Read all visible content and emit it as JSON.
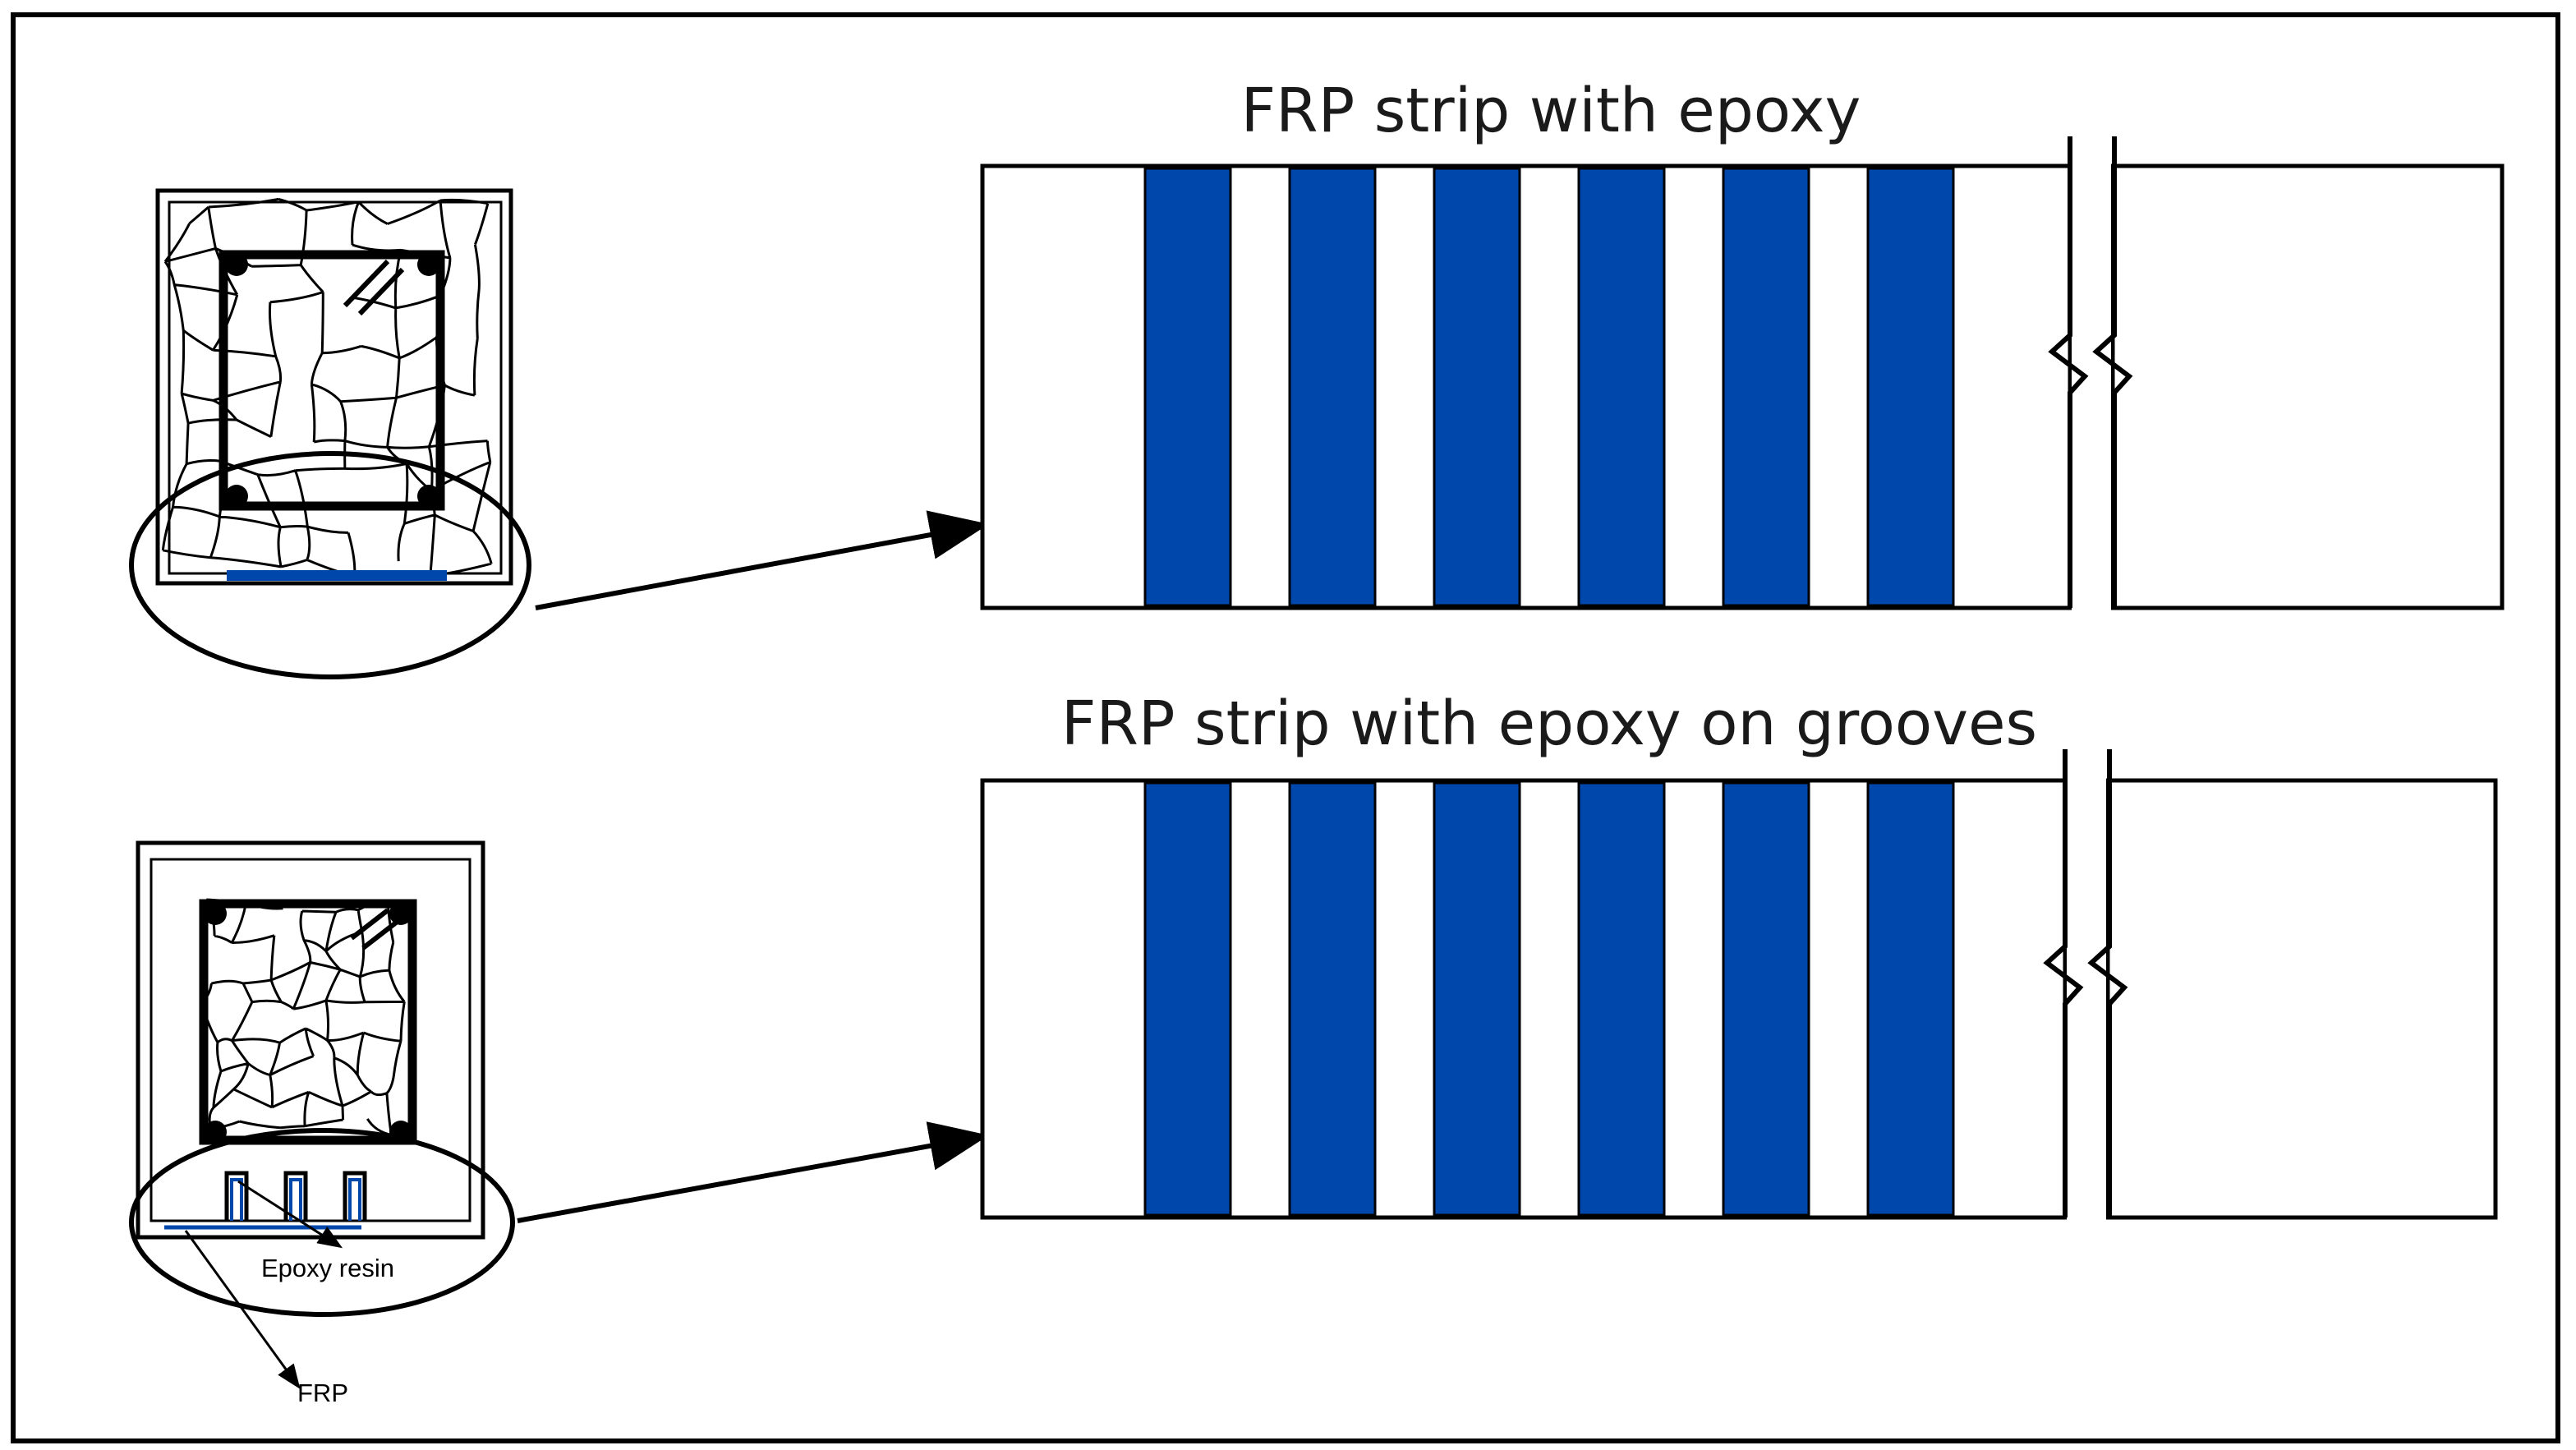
{
  "panels": [
    {
      "title": "FRP strip with epoxy",
      "strip_count": 6
    },
    {
      "title": "FRP strip with epoxy on grooves",
      "strip_count": 6
    }
  ],
  "labels": {
    "epoxy_resin": "Epoxy resin",
    "frp": "FRP"
  },
  "colors": {
    "frp_strip": "#0047AB",
    "outline": "#000000",
    "background": "#ffffff"
  }
}
